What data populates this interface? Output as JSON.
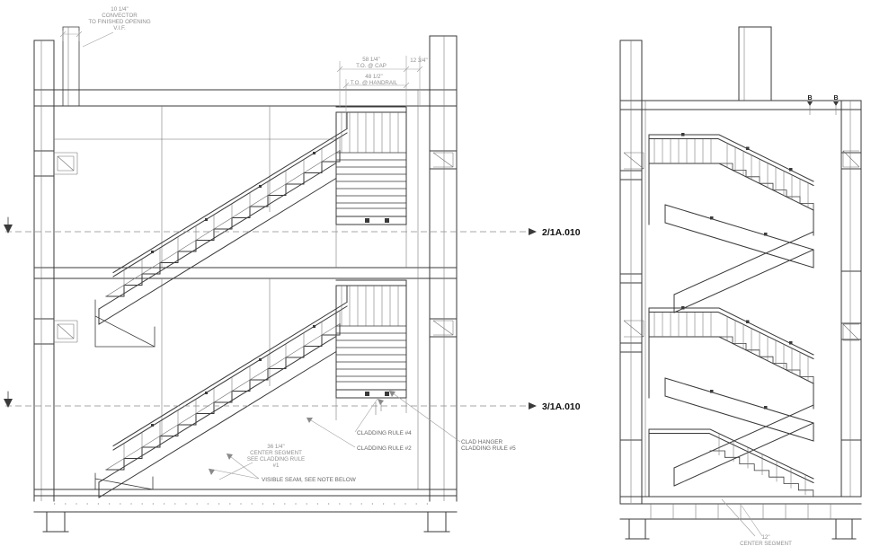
{
  "colors": {
    "background": "#ffffff",
    "main_line": "#3a3a3a",
    "annotation_line": "#9f9f9f",
    "annotation_text": "#8f8f8f",
    "callout_text": "#666666",
    "marker_text": "#111111"
  },
  "left_view": {
    "convector_note": {
      "line1": "10 1/4\"",
      "line2": "CONVECTOR",
      "line3": "TO FINISHED OPENING",
      "line4": "V.I.F."
    },
    "dim_cap_value": "58 1/4\"",
    "dim_cap_label": "T.O. @ CAP",
    "dim_offset": "12 3/4\"",
    "dim_handrail_value": "48 1/2\"",
    "dim_handrail_label": "T.O. @ HANDRAIL",
    "section_marker_upper": "2/1A.010",
    "section_marker_lower": "3/1A.010",
    "callout_cladding_rule_4": "CLADDING RULE #4",
    "callout_cladding_rule_2": "CLADDING RULE #2",
    "callout_clad_hanger_line1": "CLAD HANGER",
    "callout_clad_hanger_line2": "CLADDING RULE #5",
    "callout_visible_seam": "VISIBLE SEAM, SEE NOTE BELOW",
    "center_segment_note": {
      "line1": "36 1/4\"",
      "line2": "CENTER SEGMENT",
      "line3": "SEE CLADDING RULE",
      "line4": "#1"
    }
  },
  "right_view": {
    "marker_b_left": "B",
    "marker_b_right": "B",
    "center_segment_note": {
      "line1": "12\"",
      "line2": "CENTER SEGMENT"
    }
  }
}
